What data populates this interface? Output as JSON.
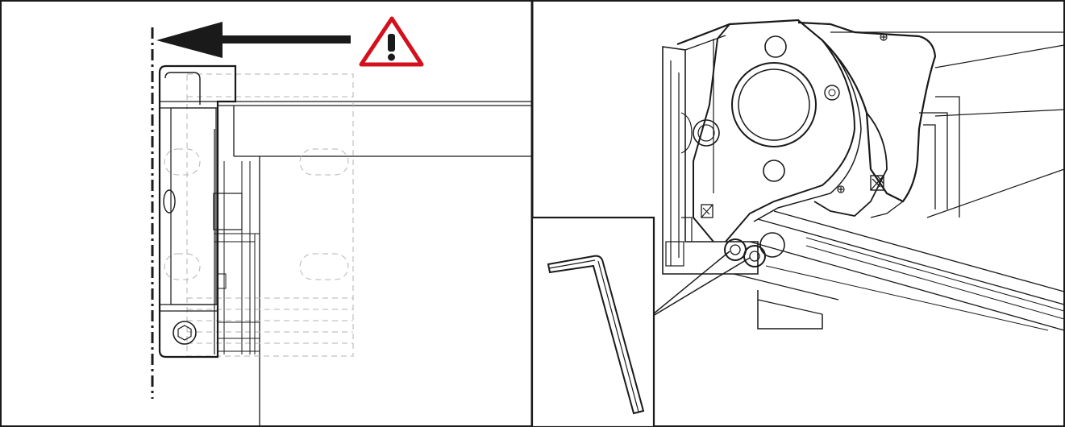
{
  "figure": {
    "panels": [
      {
        "id": "left",
        "subject": "end-cap-alignment-detail"
      },
      {
        "id": "right",
        "subject": "bracket-adjustment-detail"
      }
    ],
    "icons": {
      "direction_arrow": "arrow-left-icon",
      "warning": "warning-triangle-icon",
      "tool": "hex-key-icon"
    },
    "colors": {
      "warning_fill": "#ffffff",
      "warning_border": "#d4101c",
      "line": "#1a1a1a",
      "hidden_line": "#b3b3b3"
    }
  }
}
